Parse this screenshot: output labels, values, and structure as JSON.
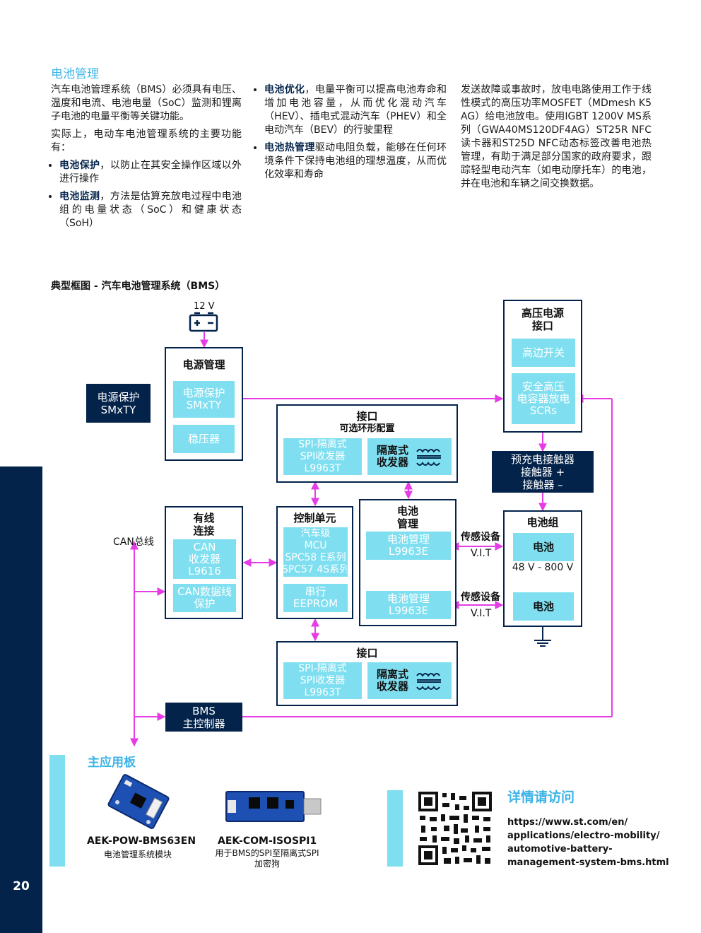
{
  "section": {
    "heading": "电池管理",
    "col1": {
      "p1": "汽车电池管理系统（BMS）必须具有电压、温度和电流、电池电量（SoC）监测和锂离子电池的电量平衡等关键功能。",
      "p2": "实际上，电动车电池管理系统的主要功能有：",
      "b1_strong": "电池保护",
      "b1_text": "，以防止在其安全操作区域以外进行操作",
      "b2_strong": "电池监测",
      "b2_text": "，方法是估算充放电过程中电池组的电量状态（SoC）和健康状态（SoH）"
    },
    "col2": {
      "b1_strong": "电池优化",
      "b1_text": "，电量平衡可以提高电池寿命和增加电池容量，从而优化混动汽车（HEV）、插电式混动汽车（PHEV）和全电动汽车（BEV）的行驶里程",
      "b2_strong": "电池热管理",
      "b2_text": "驱动电阻负载，能够在任何环境条件下保持电池组的理想温度，从而优化效率和寿命"
    },
    "col3": {
      "p1": "发送故障或事故时，放电电路使用工作于线性模式的高压功率MOSFET（MDmesh K5 AG）给电池放电。使用IGBT 1200V MS系列（GWA40MS120DF4AG）ST25R NFC读卡器和ST25D NFC动态标签改善电池热管理，有助于满足部分国家的政府要求，跟踪轻型电动汽车（如电动摩托车）的电池，并在电池和车辆之间交换数据。"
    }
  },
  "diagram": {
    "title": "典型框图 - 汽车电池管理系统（BMS）",
    "battery_label": "12 V",
    "power_mgmt": {
      "title": "电源管理",
      "protect": "电源保护\nSMxTY",
      "regulator": "稳压器"
    },
    "power_protect_ext": "电源保护\nSMxTY",
    "hv_interface": {
      "title": "高压电源\n接口",
      "high_side": "高边开关",
      "scr": "安全高压\n电容器放电\nSCRs"
    },
    "precharge": "预充电接触器\n接触器 +\n接触器 –",
    "iface_top": {
      "title": "接口",
      "subtitle": "可选环形配置",
      "spi": "SPI-隔离式\nSPI收发器\nL9963T",
      "iso": "隔离式\n收发器"
    },
    "wired": {
      "title": "有线\n连接",
      "can": "CAN\n收发器\nL9616",
      "can_prot": "CAN数据线\n保护"
    },
    "can_bus": "CAN总线",
    "control": {
      "title": "控制单元",
      "mcu": "汽车级\nMCU\nSPC58 E系列\nSPC57 4S系列",
      "eeprom": "串行\nEEPROM"
    },
    "bat_mgmt": {
      "title": "电池\n管理",
      "m1": "电池管理\nL9963E",
      "m2": "电池管理\nL9963E"
    },
    "sensing": {
      "label": "传感设备",
      "vit": "V.I.T"
    },
    "pack": {
      "title": "电池组",
      "cell": "电池",
      "voltage": "48 V - 800 V"
    },
    "iface_bottom": {
      "title": "接口",
      "spi": "SPI-隔离式\nSPI收发器\nL9963T",
      "iso": "隔离式\n收发器"
    },
    "bms_master": "BMS\n主控制器"
  },
  "boards": {
    "heading": "主应用板",
    "b1_name": "AEK-POW-BMS63EN",
    "b1_desc": "电池管理系统模块",
    "b2_name": "AEK-COM-ISOSPI1",
    "b2_desc": "用于BMS的SPI至隔离式SPI\n加密狗"
  },
  "visit": {
    "heading": "详情请访问",
    "url": "https://www.st.com/en/\napplications/electro-mobility/\nautomotive-battery-\nmanagement-system-bms.html"
  },
  "page_number": "20",
  "colors": {
    "navy": "#03234b",
    "cyan": "#7fdff0",
    "magenta": "#e63ce6",
    "heading_blue": "#3cb4e6"
  }
}
